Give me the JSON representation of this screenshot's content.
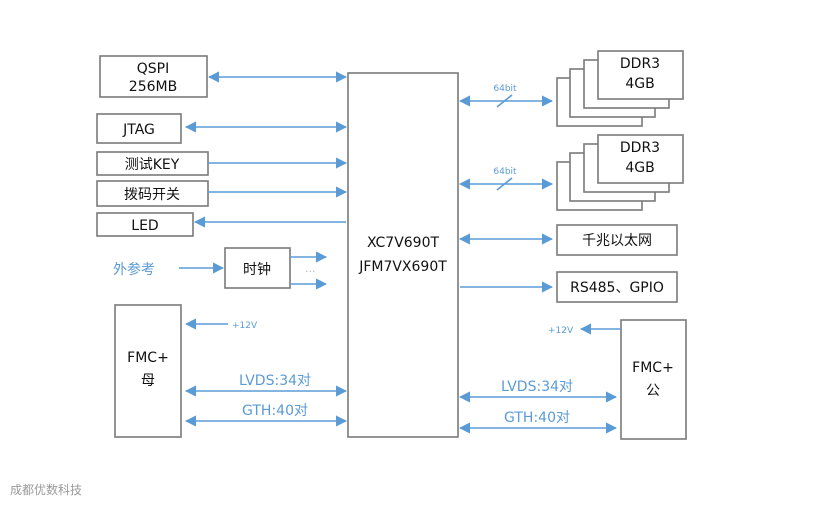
{
  "blocks": {
    "fpga": {
      "line1": "XC7V690T",
      "line2": "JFM7VX690T"
    },
    "qspi": {
      "line1": "QSPI",
      "line2": "256MB"
    },
    "jtag": "JTAG",
    "test_key": "测试KEY",
    "dip_switch": "拨码开关",
    "led": "LED",
    "external_ref": "外参考",
    "clock": "时钟",
    "clock_more": "···",
    "ddr3_top": {
      "line1": "DDR3",
      "line2": "4GB"
    },
    "ddr3_bottom": {
      "line1": "DDR3",
      "line2": "4GB"
    },
    "gige": "千兆以太网",
    "rs485": "RS485、GPIO",
    "fmc_left": {
      "line1": "FMC+",
      "line2": "母"
    },
    "fmc_right": {
      "line1": "FMC+",
      "line2": "公"
    }
  },
  "links": {
    "ddr_bus_top": "64bit",
    "ddr_bus_bottom": "64bit",
    "power_left": "+12V",
    "power_right": "+12V",
    "lvds_left": "LVDS:34对",
    "gth_left": "GTH:40对",
    "lvds_right": "LVDS:34对",
    "gth_right": "GTH:40对"
  },
  "watermark": "成都优数科技",
  "colors": {
    "connector": "#5b9bd5",
    "box_border": "#7a7a7a",
    "text": "#111111"
  }
}
